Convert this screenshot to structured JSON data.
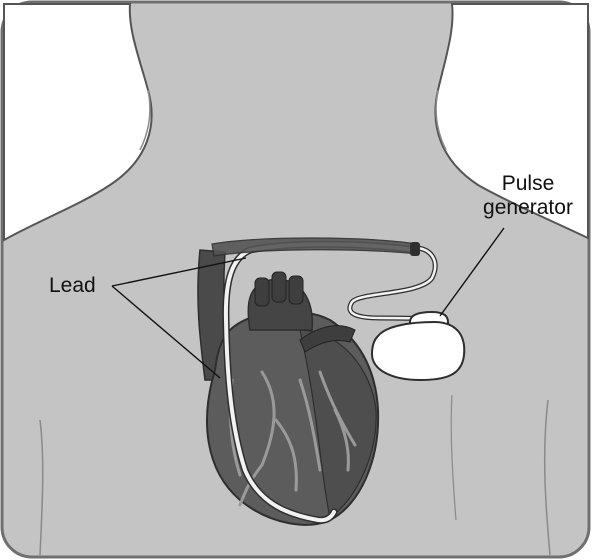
{
  "labels": {
    "lead": "Lead",
    "pulse_generator_line1": "Pulse",
    "pulse_generator_line2": "generator"
  },
  "colors": {
    "background": "#c4c4c4",
    "border": "#6f6f6f",
    "heart_dark": "#3e3e3e",
    "heart_mid": "#5c5c5c",
    "vessel": "#4a4a4a",
    "lead_wire": "#f2f2f2",
    "device": "#ffffff"
  }
}
